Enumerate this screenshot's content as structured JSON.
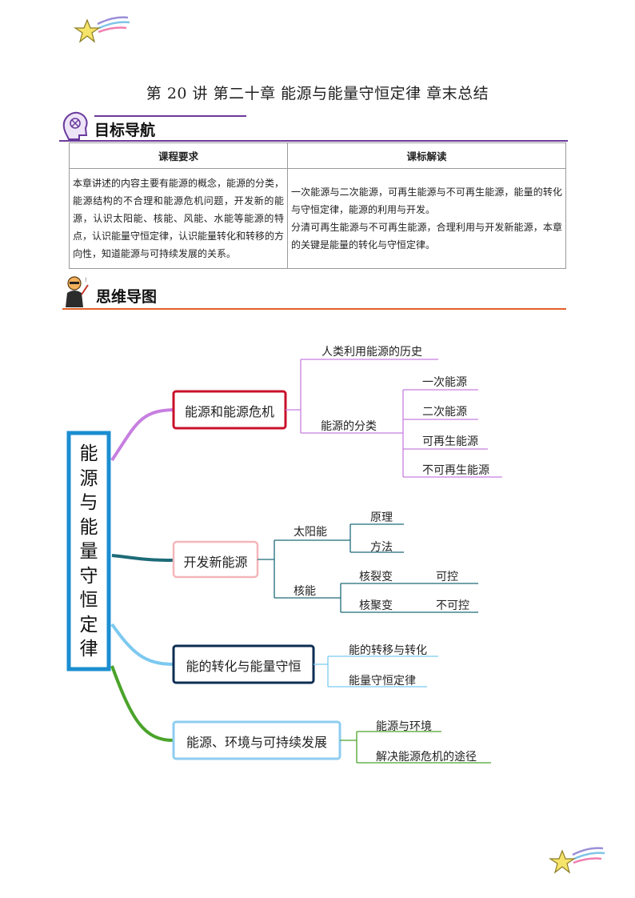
{
  "header": {
    "title": "第 20 讲  第二十章  能源与能量守恒定律    章末总结"
  },
  "section_goal": {
    "label": "目标导航"
  },
  "requirements_table": {
    "headers": [
      "课程要求",
      "课标解读"
    ],
    "requirement": "本章讲述的内容主要有能源的概念，能源的分类，能源结构的不合理和能源危机问题，开发新的能源，认识太阳能、核能、风能、水能等能源的特点，认识能量守恒定律，认识能量转化和转移的方向性，知道能源与可持续发展的关系。",
    "interpretation_1": "一次能源与二次能源，可再生能源与不可再生能源，能量的转化与守恒定律，能源的利用与开发。",
    "interpretation_2": "分清可再生能源与不可再生能源，合理利用与开发新能源，本章的关键是能量的转化与守恒定律。"
  },
  "section_mindmap": {
    "label": "思维导图"
  },
  "mindmap": {
    "root": "能源与能量守恒定律",
    "b1": {
      "label": "能源和能源危机",
      "c1": "人类利用能源的历史",
      "c2": "能源的分类",
      "leaves": [
        "一次能源",
        "二次能源",
        "可再生能源",
        "不可再生能源"
      ]
    },
    "b2": {
      "label": "开发新能源",
      "solar": "太阳能",
      "solar_leaves": [
        "原理",
        "方法"
      ],
      "nuclear": "核能",
      "fission": "核裂变",
      "fission_leaf": "可控",
      "fusion": "核聚变",
      "fusion_leaf": "不可控"
    },
    "b3": {
      "label": "能的转化与能量守恒",
      "leaves": [
        "能的转移与转化",
        "能量守恒定律"
      ]
    },
    "b4": {
      "label": "能源、环境与可持续发展",
      "leaves": [
        "能源与环境",
        "解决能源危机的途径"
      ]
    },
    "colors": {
      "b1": "#c9102a",
      "b1_line": "#c77fe0",
      "b2": "#f4b6b9",
      "b2_line": "#1d6b78",
      "b3": "#0d2d52",
      "b3_line": "#7cc9f0",
      "b4": "#8ecdf0",
      "b4_line": "#4aa32a",
      "root": "#1b8ed0"
    }
  }
}
